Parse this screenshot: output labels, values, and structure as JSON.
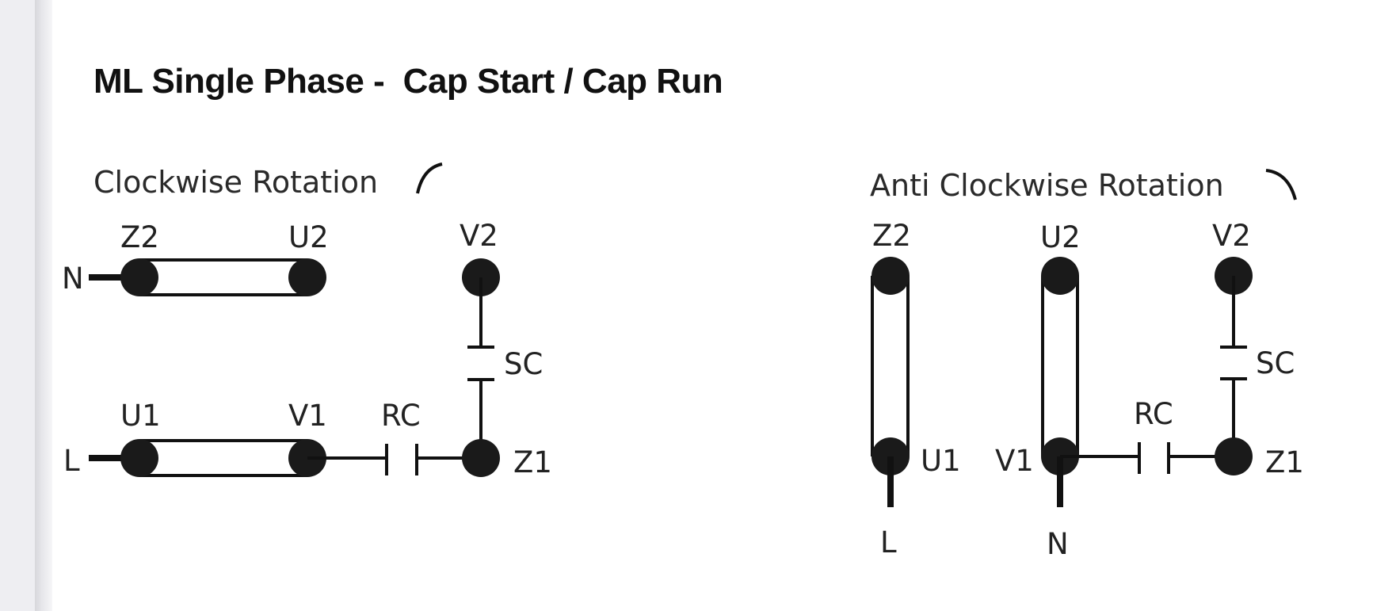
{
  "title": "ML Single Phase -  Cap Start / Cap Run",
  "clockwise": {
    "heading": "Clockwise Rotation",
    "labels": {
      "z2": "Z2",
      "u2": "U2",
      "v2": "V2",
      "n": "N",
      "l": "L",
      "sc": "SC",
      "rc": "RC",
      "u1": "U1",
      "v1": "V1",
      "z1": "Z1"
    },
    "rotation_icon": "clockwise-arc-icon"
  },
  "anticlockwise": {
    "heading": "Anti Clockwise Rotation",
    "labels": {
      "z2": "Z2",
      "u2": "U2",
      "v2": "V2",
      "sc": "SC",
      "rc": "RC",
      "u1": "U1",
      "v1": "V1",
      "z1": "Z1",
      "l": "L",
      "n": "N"
    },
    "rotation_icon": "anticlockwise-arc-icon"
  },
  "colors": {
    "ink": "#111111",
    "gutter": "#eeeef2"
  }
}
